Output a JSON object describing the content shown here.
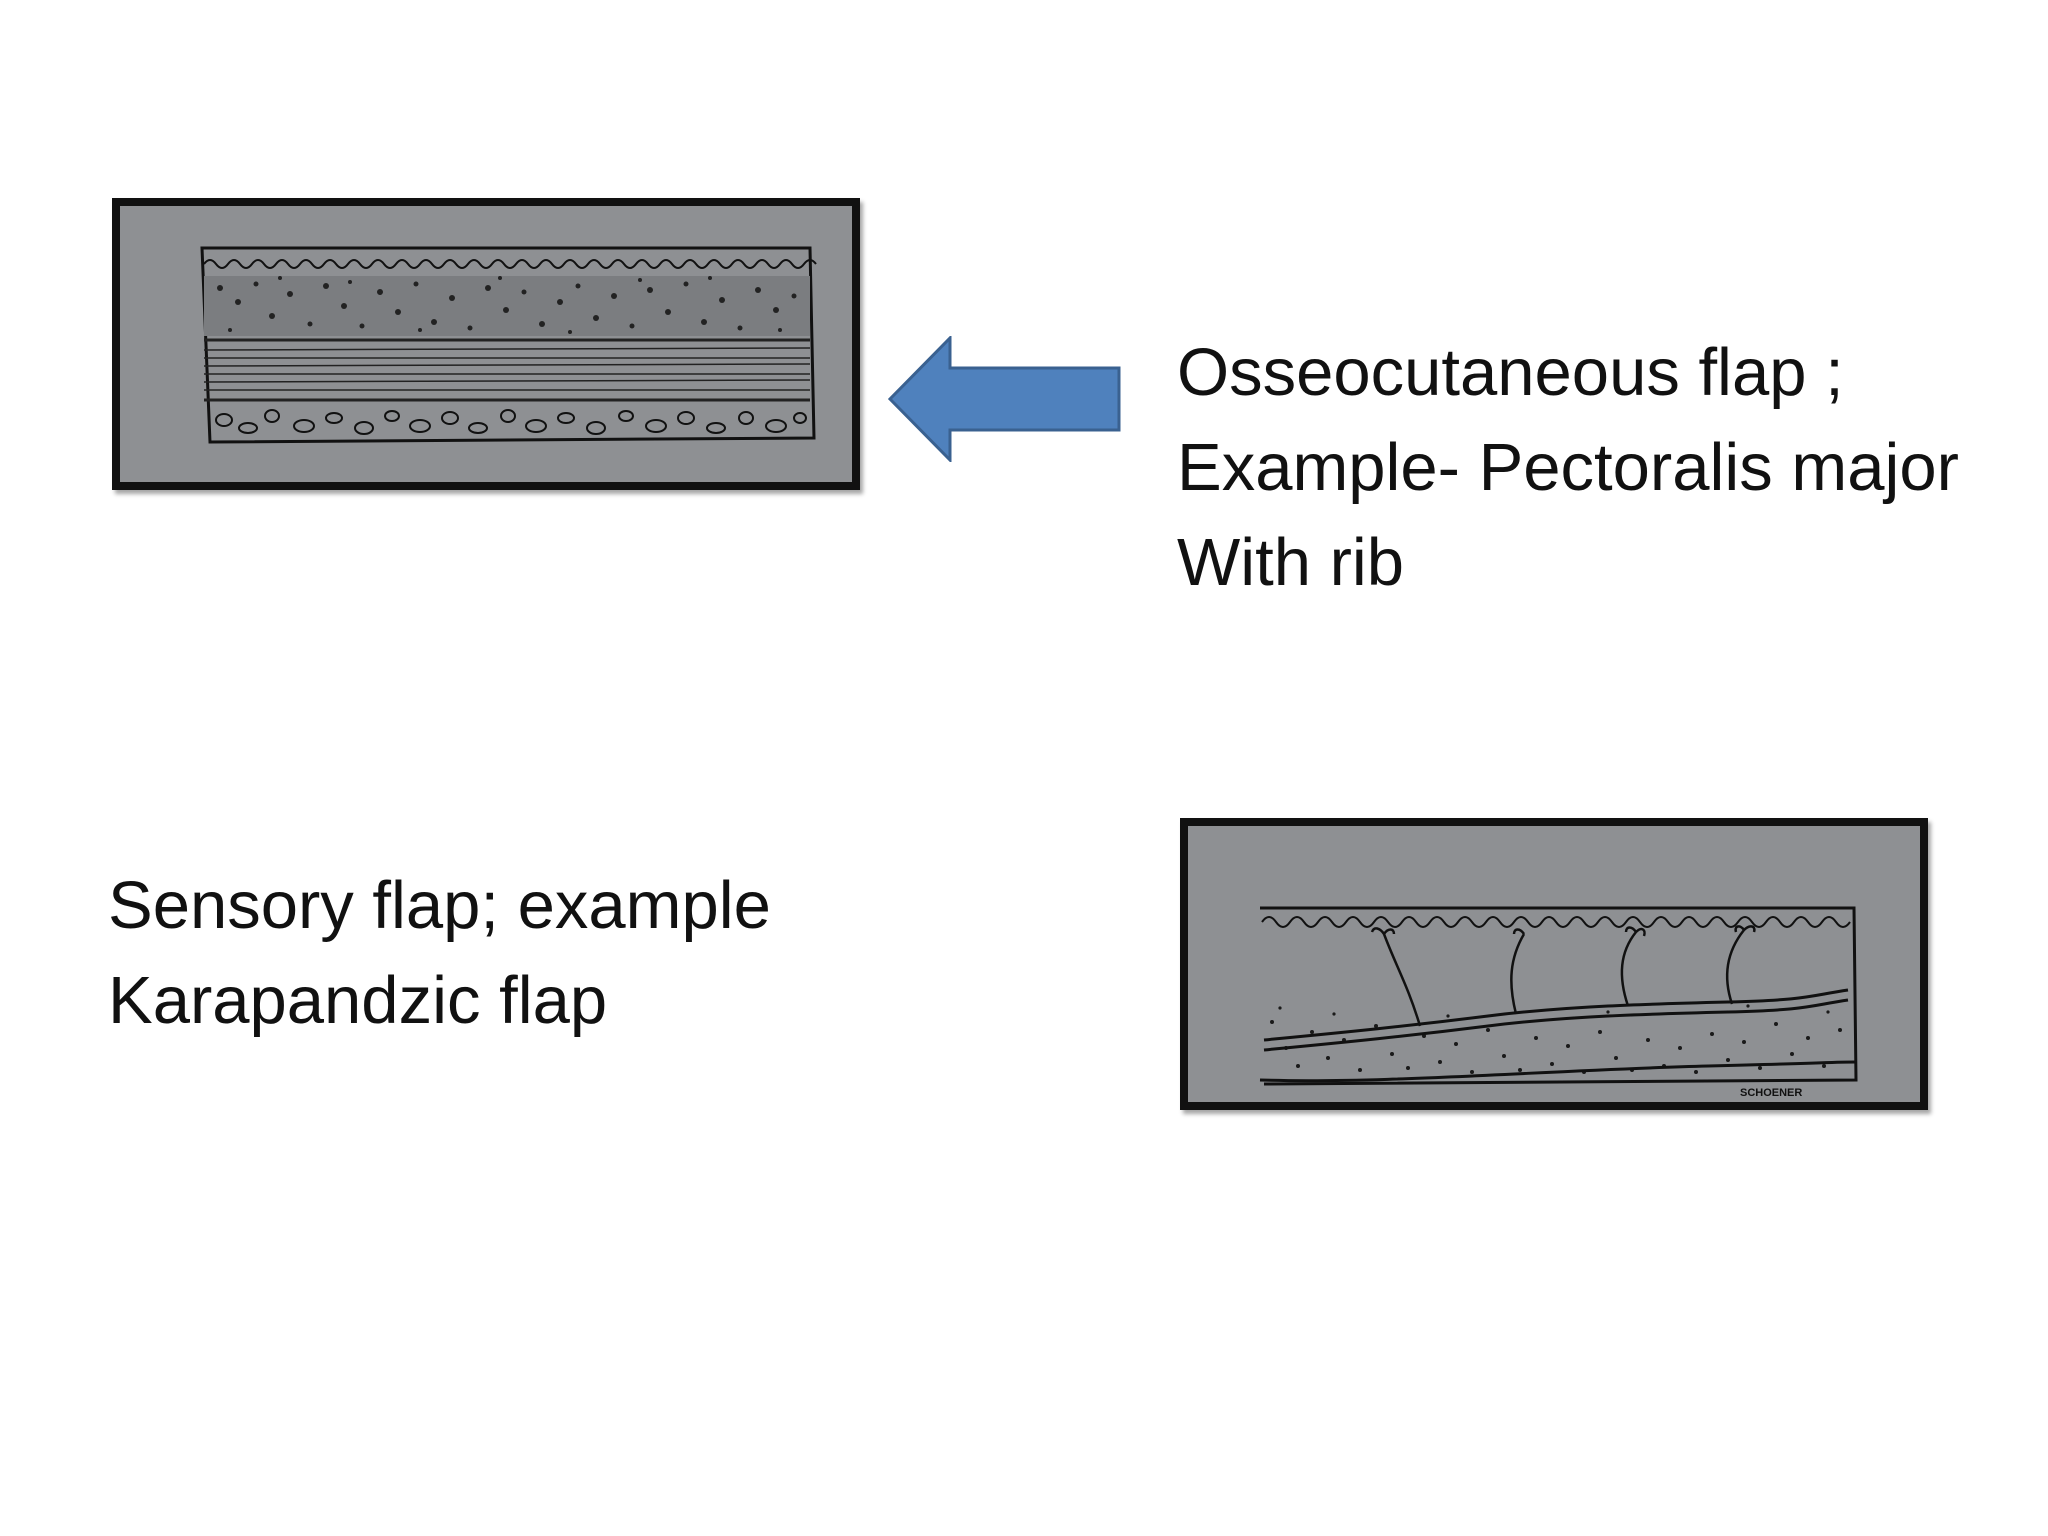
{
  "slide": {
    "osseocutaneous": {
      "lines": [
        "Osseocutaneous flap ;",
        "Example- Pectoralis major",
        "With rib"
      ]
    },
    "sensory": {
      "lines": [
        "Sensory flap; example",
        "Karapandzic flap"
      ],
      "figure_signature": "SCHOENER"
    },
    "arrow": {
      "direction": "left",
      "fill_color": "#4f81bd",
      "stroke_color": "#3a6190"
    },
    "colors": {
      "figure_background": "#8e9093",
      "figure_border": "#111111",
      "ink": "#111111"
    }
  }
}
